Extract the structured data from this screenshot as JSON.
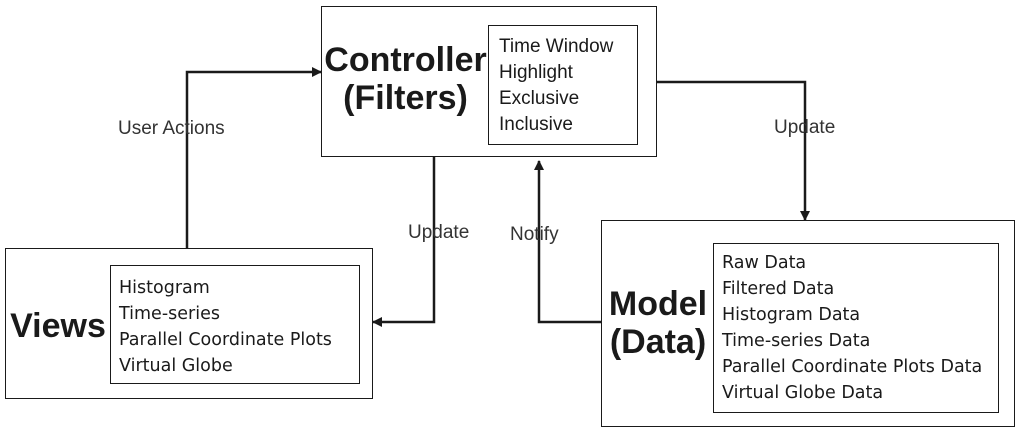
{
  "controller": {
    "title_line1": "Controller",
    "title_line2": "(Filters)",
    "filters": [
      "Time Window",
      "Highlight",
      "Exclusive",
      "Inclusive"
    ]
  },
  "views": {
    "title": "Views",
    "items": [
      "Histogram",
      "Time-series",
      "Parallel Coordinate Plots",
      "Virtual Globe"
    ]
  },
  "model": {
    "title_line1": "Model",
    "title_line2": "(Data)",
    "items": [
      "Raw Data",
      "Filtered Data",
      "Histogram Data",
      "Time-series Data",
      "Parallel Coordinate Plots Data",
      "Virtual Globe Data"
    ]
  },
  "edges": {
    "user_actions": "User Actions",
    "update_to_model": "Update",
    "update_to_views": "Update",
    "notify": "Notify"
  },
  "colors": {
    "stroke": "#1a1a1a",
    "label": "#333333"
  }
}
